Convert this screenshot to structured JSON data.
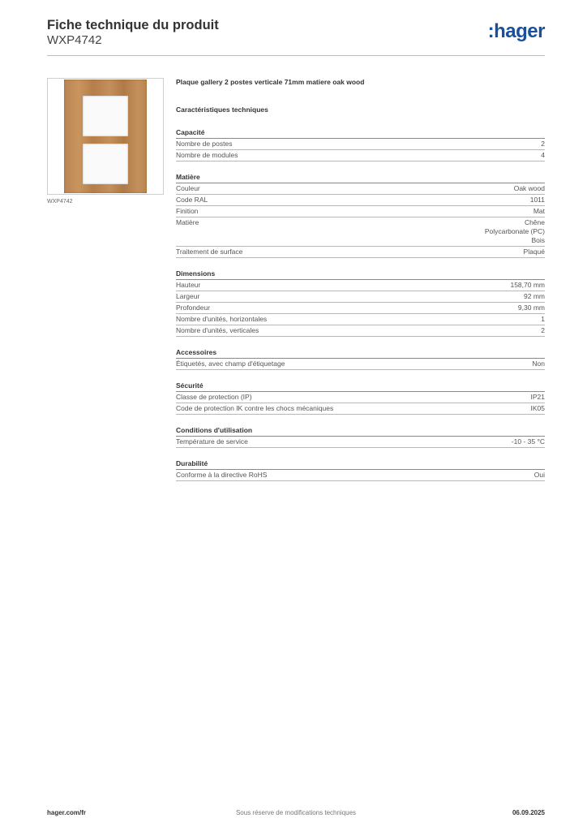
{
  "header": {
    "title": "Fiche technique du produit",
    "reference": "WXP4742",
    "logo_text": "hager"
  },
  "product": {
    "image_caption": "WXP4742",
    "name": "Plaque gallery 2 postes verticale 71mm matiere oak wood",
    "tech_heading": "Caractéristiques techniques"
  },
  "sections": [
    {
      "title": "Capacité",
      "rows": [
        {
          "label": "Nombre de postes",
          "value": [
            "2"
          ]
        },
        {
          "label": "Nombre de modules",
          "value": [
            "4"
          ]
        }
      ]
    },
    {
      "title": "Matière",
      "rows": [
        {
          "label": "Couleur",
          "value": [
            "Oak wood"
          ]
        },
        {
          "label": "Code RAL",
          "value": [
            "1011"
          ]
        },
        {
          "label": "Finition",
          "value": [
            "Mat"
          ]
        },
        {
          "label": "Matière",
          "value": [
            "Chêne",
            "Polycarbonate (PC)",
            "Bois"
          ]
        },
        {
          "label": "Traitement de surface",
          "value": [
            "Plaqué"
          ]
        }
      ]
    },
    {
      "title": "Dimensions",
      "rows": [
        {
          "label": "Hauteur",
          "value": [
            "158,70 mm"
          ]
        },
        {
          "label": "Largeur",
          "value": [
            "92 mm"
          ]
        },
        {
          "label": "Profondeur",
          "value": [
            "9,30 mm"
          ]
        },
        {
          "label": "Nombre d'unités, horizontales",
          "value": [
            "1"
          ]
        },
        {
          "label": "Nombre d'unités, verticales",
          "value": [
            "2"
          ]
        }
      ]
    },
    {
      "title": "Accessoires",
      "rows": [
        {
          "label": "Étiquetés, avec champ d'étiquetage",
          "value": [
            "Non"
          ]
        }
      ]
    },
    {
      "title": "Sécurité",
      "rows": [
        {
          "label": "Classe de protection (IP)",
          "value": [
            "IP21"
          ]
        },
        {
          "label": "Code de protection IK contre les chocs mécaniques",
          "value": [
            "IK05"
          ]
        }
      ]
    },
    {
      "title": "Conditions d'utilisation",
      "rows": [
        {
          "label": "Température de service",
          "value": [
            "-10 - 35 °C"
          ]
        }
      ]
    },
    {
      "title": "Durabilité",
      "rows": [
        {
          "label": "Conforme à la directive RoHS",
          "value": [
            "Oui"
          ]
        }
      ]
    }
  ],
  "footer": {
    "website": "hager.com/fr",
    "disclaimer": "Sous réserve de modifications techniques",
    "date": "06.09.2025"
  },
  "colors": {
    "brand": "#1a4f9c",
    "wood": "#b98452"
  }
}
